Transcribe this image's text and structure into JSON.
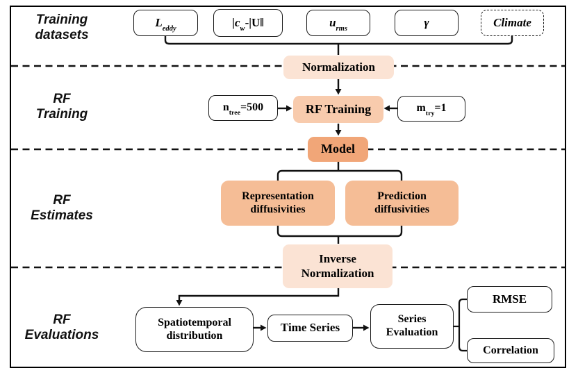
{
  "colors": {
    "lightest": "#FBE3D4",
    "light": "#F8CBAD",
    "medium": "#F5BD96",
    "dark": "#F1A678",
    "line": "#111111"
  },
  "section_labels": {
    "datasets": {
      "line1": "Training",
      "line2": "datasets"
    },
    "training": {
      "line1": "RF",
      "line2": "Training"
    },
    "estimates": {
      "line1": "RF",
      "line2": "Estimates"
    },
    "evaluations": {
      "line1": "RF",
      "line2": "Evaluations"
    }
  },
  "dataset_boxes": {
    "leddy": {
      "main": "L",
      "sub": "eddy"
    },
    "cw": {
      "pre": "|c",
      "sub": "w",
      "post": "-|U‖"
    },
    "urms": {
      "main": "u",
      "sub": "rms"
    },
    "gamma": {
      "label": "γ"
    },
    "climate": {
      "label": "Climate"
    }
  },
  "training": {
    "normalization": "Normalization",
    "ntree": {
      "main": "n",
      "sub": "tree",
      "value": "=500"
    },
    "rf_training": "RF Training",
    "mtry": {
      "main": "m",
      "sub": "try",
      "value": "=1"
    },
    "model": "Model"
  },
  "estimates": {
    "representation": {
      "line1": "Representation",
      "line2": "diffusivities"
    },
    "prediction": {
      "line1": "Prediction",
      "line2": "diffusivities"
    },
    "inverse": {
      "line1": "Inverse",
      "line2": "Normalization"
    }
  },
  "evaluations": {
    "spatiotemporal": {
      "line1": "Spatiotemporal",
      "line2": "distribution"
    },
    "time_series": "Time Series",
    "series_evaluation": {
      "line1": "Series",
      "line2": "Evaluation"
    },
    "rmse": "RMSE",
    "correlation": "Correlation"
  }
}
